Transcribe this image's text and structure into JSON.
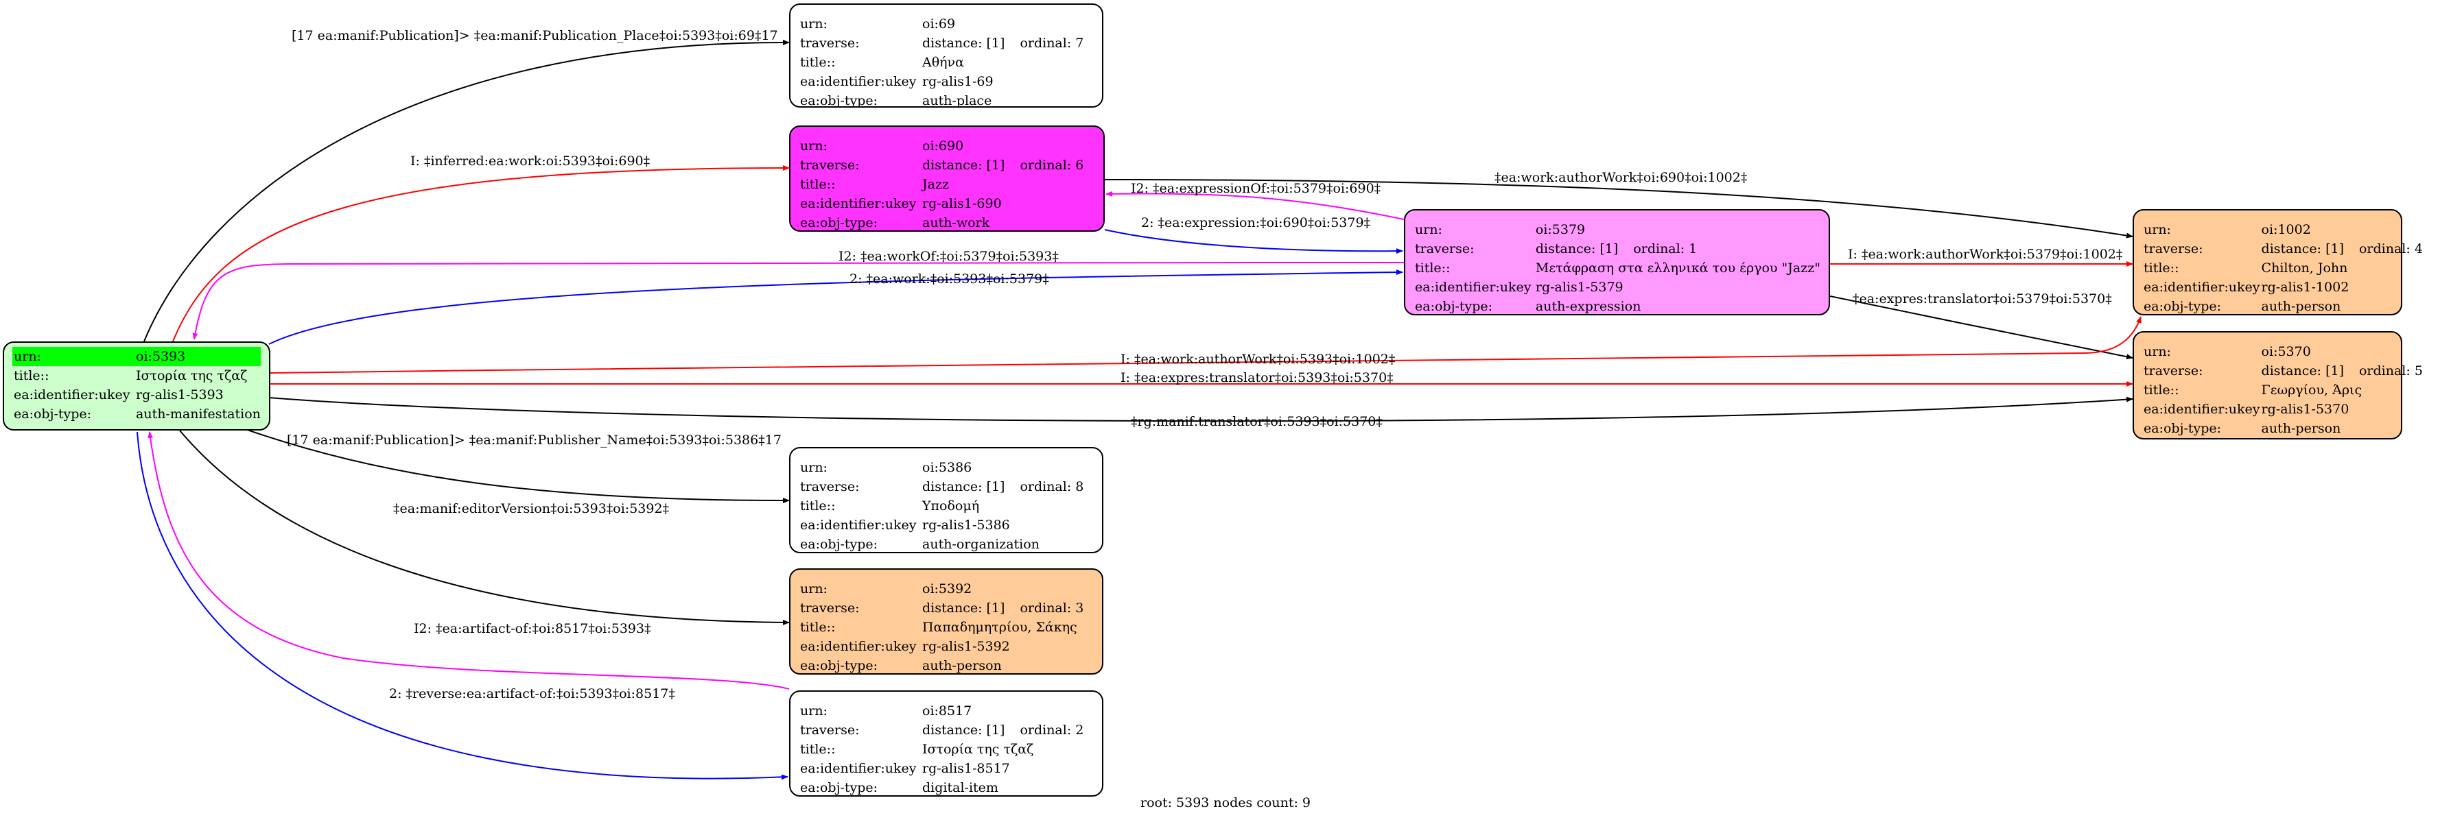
{
  "colors": {
    "black": "#000000",
    "red": "#ff0000",
    "magenta": "#ff00ff",
    "blue": "#0000ff",
    "node_white": "#ffffff",
    "node_green": "#ccffcc",
    "node_magenta": "#ff33ff",
    "node_pink": "#ff99ff",
    "node_orange": "#ffcc99",
    "highlight": "#00ff00"
  },
  "nodes": {
    "n69": {
      "urn": "oi:69",
      "distance": "distance: [1]",
      "ordinal": "ordinal: 7",
      "title": "Αθήνα",
      "ukey": "rg-alis1-69",
      "type": "auth-place"
    },
    "n690": {
      "urn": "oi:690",
      "distance": "distance: [1]",
      "ordinal": "ordinal: 6",
      "title": "Jazz",
      "ukey": "rg-alis1-690",
      "type": "auth-work"
    },
    "n5379": {
      "urn": "oi:5379",
      "distance": "distance: [1]",
      "ordinal": "ordinal: 1",
      "title": "Μετάφραση στα ελληνικά  του έργου \"Jazz\"",
      "ukey": "rg-alis1-5379",
      "type": "auth-expression"
    },
    "n1002": {
      "urn": "oi:1002",
      "distance": "distance: [1]",
      "ordinal": "ordinal: 4",
      "title": "Chilton, John",
      "ukey": "rg-alis1-1002",
      "type": "auth-person"
    },
    "n5370": {
      "urn": "oi:5370",
      "distance": "distance: [1]",
      "ordinal": "ordinal: 5",
      "title": "Γεωργίου, Άρις",
      "ukey": "rg-alis1-5370",
      "type": "auth-person"
    },
    "n5393": {
      "urn": "oi:5393",
      "title": "Ιστορία της τζαζ",
      "ukey": "rg-alis1-5393",
      "type": "auth-manifestation"
    },
    "n5386": {
      "urn": "oi:5386",
      "distance": "distance: [1]",
      "ordinal": "ordinal: 8",
      "title": "Υποδομή",
      "ukey": "rg-alis1-5386",
      "type": "auth-organization"
    },
    "n5392": {
      "urn": "oi:5392",
      "distance": "distance: [1]",
      "ordinal": "ordinal: 3",
      "title": "Παπαδημητρίου, Σάκης",
      "ukey": "rg-alis1-5392",
      "type": "auth-person"
    },
    "n8517": {
      "urn": "oi:8517",
      "distance": "distance: [1]",
      "ordinal": "ordinal: 2",
      "title": "Ιστορία της τζαζ",
      "ukey": "rg-alis1-8517",
      "type": "digital-item"
    }
  },
  "field_labels": {
    "urn": "urn:",
    "traverse": "traverse:",
    "title": "title::",
    "ukey": "ea:identifier:ukey",
    "type": "ea:obj-type:"
  },
  "edges": {
    "e1": "[17 ea:manif:Publication]> ‡ea:manif:Publication_Place‡oi:5393‡oi:69‡17",
    "e2": "I: ‡inferred:ea:work:oi:5393‡oi:690‡",
    "e3": "‡ea:work:authorWork‡oi:690‡oi:1002‡",
    "e4": "I2: ‡ea:expressionOf:‡oi:5379‡oi:690‡",
    "e5": "2: ‡ea:expression:‡oi:690‡oi:5379‡",
    "e6": "I2: ‡ea:workOf:‡oi:5379‡oi:5393‡",
    "e7": "2: ‡ea:work:‡oi:5393‡oi:5379‡",
    "e8": "I: ‡ea:work:authorWork‡oi:5379‡oi:1002‡",
    "e9": "‡ea:expres:translator‡oi:5379‡oi:5370‡",
    "e10": "I: ‡ea:work:authorWork‡oi:5393‡oi:1002‡",
    "e11": "I: ‡ea:expres:translator‡oi:5393‡oi:5370‡",
    "e12": "‡rg:manif:translator‡oi:5393‡oi:5370‡",
    "e13": "[17 ea:manif:Publication]> ‡ea:manif:Publisher_Name‡oi:5393‡oi:5386‡17",
    "e14": "‡ea:manif:editorVersion‡oi:5393‡oi:5392‡",
    "e15": "I2: ‡ea:artifact-of:‡oi:8517‡oi:5393‡",
    "e16": "2: ‡reverse:ea:artifact-of:‡oi:5393‡oi:8517‡"
  },
  "footer": "root: 5393 nodes count: 9"
}
